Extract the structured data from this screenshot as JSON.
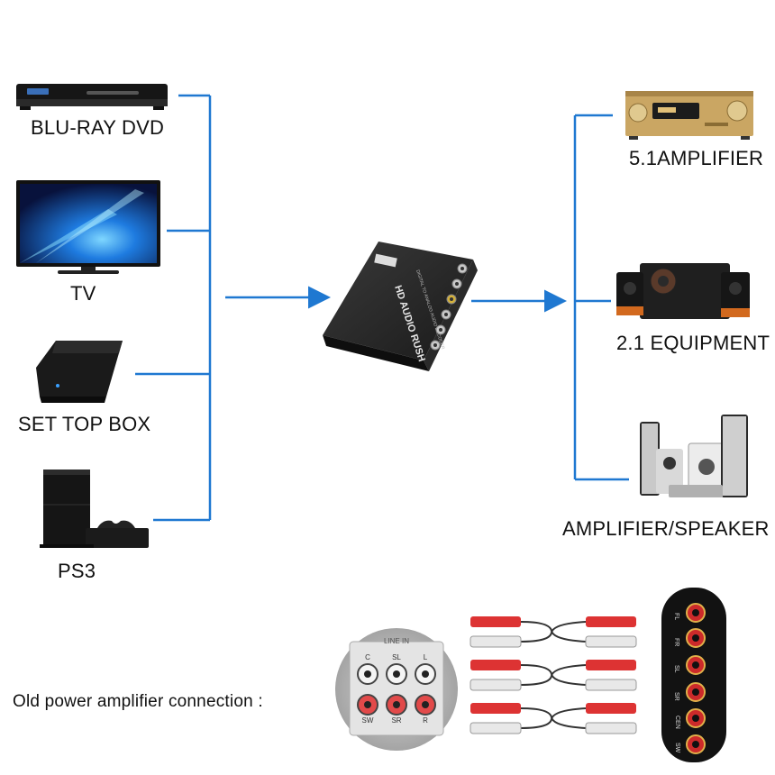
{
  "sources": [
    {
      "id": "bluray",
      "label": "BLU-RAY DVD"
    },
    {
      "id": "tv",
      "label": "TV"
    },
    {
      "id": "settop",
      "label": "SET TOP BOX"
    },
    {
      "id": "ps3",
      "label": "PS3"
    }
  ],
  "outputs": [
    {
      "id": "amp51",
      "label": "5.1AMPLIFIER"
    },
    {
      "id": "eq21",
      "label": "2.1 EQUIPMENT"
    },
    {
      "id": "ampspk",
      "label": "AMPLIFIER/SPEAKER"
    }
  ],
  "decoder": {
    "top_text": "HD AUDIO RUSH",
    "side_text": "DIGITAL TO ANALOG AUDIO DECODER"
  },
  "bottom": {
    "caption": "Old power amplifier connection :",
    "panel_header": "LINE IN",
    "panel_top_labels": [
      "C",
      "SL",
      "L"
    ],
    "panel_bottom_labels": [
      "SW",
      "SR",
      "R"
    ],
    "bar_labels": [
      "FL",
      "FR",
      "SL",
      "SR",
      "CEN",
      "SW"
    ]
  },
  "colors": {
    "connector_line": "#1f78d1",
    "rca_red": "#d12a2a",
    "rca_white": "#e8e8e8",
    "device_black": "#1b1b1b",
    "amp_gold": "#c9a25c"
  }
}
